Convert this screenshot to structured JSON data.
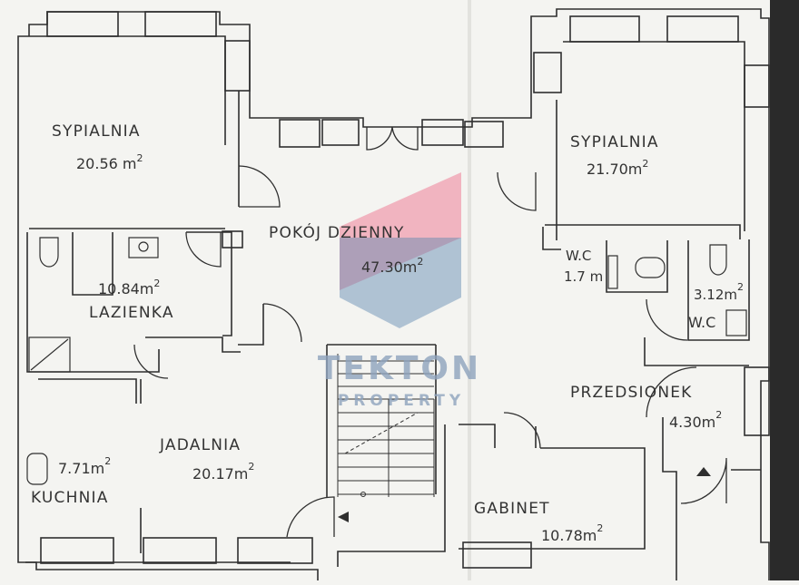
{
  "colors": {
    "paper": "#f4f4f1",
    "ink": "#2f2f2f",
    "logo_pink": "#ee7f97",
    "logo_blue": "#5c86b0",
    "logo_text": "#8ea3bd"
  },
  "rooms": [
    {
      "id": "bedroom-left",
      "name": "SYPIALNIA",
      "area": "20.56 m",
      "exp": "2"
    },
    {
      "id": "bedroom-right",
      "name": "SYPIALNIA",
      "area": "21.70m",
      "exp": "2"
    },
    {
      "id": "living-room",
      "name": "POKÓJ DZIENNY",
      "area": "47.30m",
      "exp": "2"
    },
    {
      "id": "bathroom",
      "name": "LAZIENKA",
      "area": "10.84m",
      "exp": "2"
    },
    {
      "id": "wc-small",
      "name": "W.C",
      "area": "1.7 m",
      "exp": ""
    },
    {
      "id": "wc-right",
      "name": "W.C",
      "area": "3.12m",
      "exp": "2"
    },
    {
      "id": "vestibule",
      "name": "PRZEDSIONEK",
      "area": "4.30m",
      "exp": "2"
    },
    {
      "id": "dining-room",
      "name": "JADALNIA",
      "area": "20.17m",
      "exp": "2"
    },
    {
      "id": "kitchen",
      "name": "KUCHNIA",
      "area": "7.71m",
      "exp": "2"
    },
    {
      "id": "study",
      "name": "GABINET",
      "area": "10.78m",
      "exp": "2"
    }
  ],
  "watermark": {
    "brand": "TEKTON",
    "sub": "PROPERTY"
  }
}
